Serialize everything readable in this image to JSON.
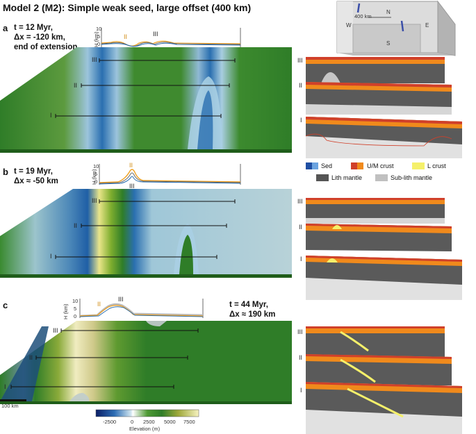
{
  "title": "Model 2 (M2): Simple weak seed, large offset (400 km)",
  "panels": [
    {
      "label": "a",
      "time": "t = 12 Myr,",
      "offset": "Δx = -120 km,",
      "note": "end of extension"
    },
    {
      "label": "b",
      "time": "t = 19 Myr,",
      "offset": "Δx ≈ -50 km",
      "note": ""
    },
    {
      "label": "c",
      "time": "t = 44 Myr,",
      "offset": "Δx ≈ 190 km",
      "note": ""
    }
  ],
  "profile_ylabel": "H (km)",
  "profile_ticks_a": [
    "10",
    "5",
    "0"
  ],
  "profile_ticks_b": [
    "10",
    "5",
    "0"
  ],
  "profile_ticks_c": [
    "10",
    "5",
    "0"
  ],
  "sections": [
    "I",
    "II",
    "III"
  ],
  "box_inset": {
    "scale": "400 km",
    "N": "N",
    "S": "S",
    "E": "E",
    "W": "W"
  },
  "legend": {
    "sed": "Sed",
    "um_crust": "U/M crust",
    "l_crust": "L crust",
    "lith": "Lith mantle",
    "sublith": "Sub-lith mantle"
  },
  "scalebar": "100 km",
  "colorbar": {
    "ticks": [
      "-2500",
      "0",
      "2500",
      "5000",
      "7500"
    ],
    "label": "Elevation (m)"
  },
  "colors": {
    "sed_dark": "#1f4fa3",
    "sed_light": "#6aa3e0",
    "um_crust": "#f08a1c",
    "l_crust": "#f5f06a",
    "lith": "#555555",
    "sublith": "#c0c0c0",
    "green": "#2f7d28"
  }
}
